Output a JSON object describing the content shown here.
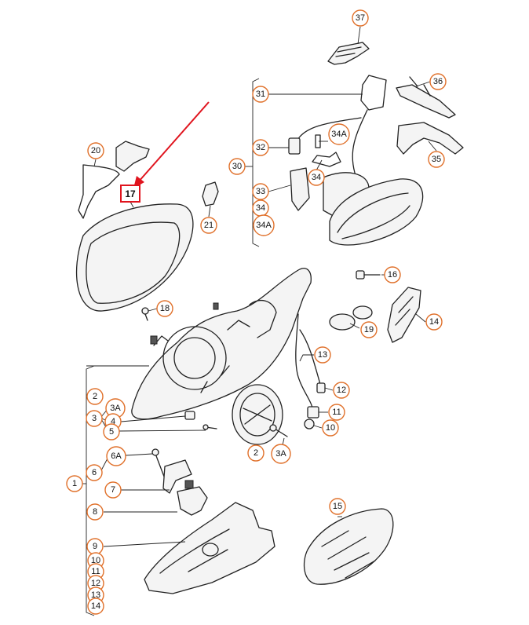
{
  "callouts": {
    "p37": "37",
    "p36": "36",
    "p35": "35",
    "p31": "31",
    "p32": "32",
    "p34a_top": "34A",
    "p34_top": "34",
    "p30": "30",
    "p33": "33",
    "p34_mid": "34",
    "p34a_bot": "34A",
    "p20": "20",
    "p17": "17",
    "p21": "21",
    "p18": "18",
    "p16": "16",
    "p19": "19",
    "p14_right": "14",
    "p13_right": "13",
    "p12_right": "12",
    "p11_right": "11",
    "p10_right": "10",
    "p2_left": "2",
    "p3a_left": "3A",
    "p3": "3",
    "p4": "4",
    "p5": "5",
    "p2_mid": "2",
    "p3a_mid": "3A",
    "p6a": "6A",
    "p6": "6",
    "p7": "7",
    "p1": "1",
    "p8": "8",
    "p9": "9",
    "p10_left": "10",
    "p11_left": "11",
    "p12_left": "12",
    "p13_left": "13",
    "p14_left": "14",
    "p15": "15"
  },
  "highlight": {
    "color": "#e0141e"
  },
  "accent_color": "#e0702a"
}
